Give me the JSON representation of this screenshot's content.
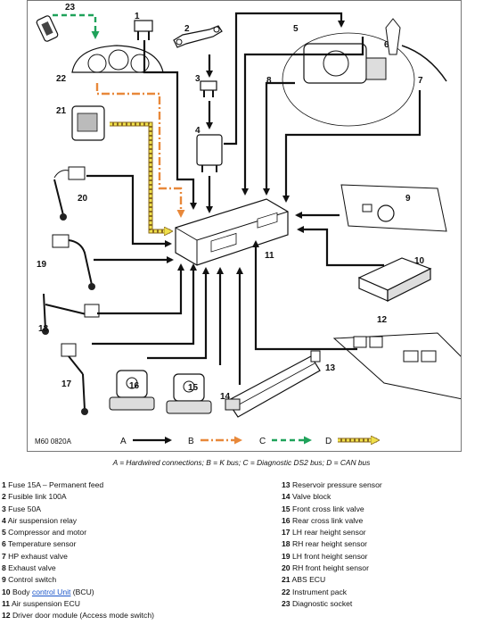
{
  "diagram": {
    "figure_code": "M60 0820A",
    "component_numbers": [
      "1",
      "2",
      "3",
      "4",
      "5",
      "6",
      "7",
      "8",
      "9",
      "10",
      "11",
      "12",
      "13",
      "14",
      "15",
      "16",
      "17",
      "18",
      "19",
      "20",
      "21",
      "22",
      "23"
    ],
    "legend_letters": [
      "A",
      "B",
      "C",
      "D"
    ],
    "colors": {
      "hardwired": "#111111",
      "k_bus": "#e8883a",
      "diagnostic": "#1fa25a",
      "can_bus_fill": "#f0e04a",
      "can_bus_edge": "#8a6a1f"
    }
  },
  "caption": "A = Hardwired connections; B = K bus; C = Diagnostic DS2 bus; D = CAN bus",
  "key": {
    "left": [
      {
        "num": "1",
        "text": "Fuse 15A – Permanent feed"
      },
      {
        "num": "2",
        "text": "Fusible link 100A"
      },
      {
        "num": "3",
        "text": "Fuse 50A"
      },
      {
        "num": "4",
        "text": "Air suspension relay"
      },
      {
        "num": "5",
        "text": "Compressor and motor"
      },
      {
        "num": "6",
        "text": "Temperature sensor"
      },
      {
        "num": "7",
        "text": "HP exhaust valve"
      },
      {
        "num": "8",
        "text": "Exhaust valve"
      },
      {
        "num": "9",
        "text": "Control switch"
      },
      {
        "num": "10",
        "pre": "Body ",
        "link": "control Unit",
        "post": " (BCU)"
      },
      {
        "num": "11",
        "text": "Air suspension ECU"
      },
      {
        "num": "12",
        "text": "Driver door module (Access mode switch)"
      }
    ],
    "right": [
      {
        "num": "13",
        "text": "Reservoir pressure sensor"
      },
      {
        "num": "14",
        "text": "Valve block"
      },
      {
        "num": "15",
        "text": "Front cross link valve"
      },
      {
        "num": "16",
        "text": "Rear cross link valve"
      },
      {
        "num": "17",
        "text": "LH rear height sensor"
      },
      {
        "num": "18",
        "text": "RH rear height sensor"
      },
      {
        "num": "19",
        "text": "LH front height sensor"
      },
      {
        "num": "20",
        "text": "RH front height sensor"
      },
      {
        "num": "21",
        "text": "ABS ECU"
      },
      {
        "num": "22",
        "text": "Instrument pack"
      },
      {
        "num": "23",
        "text": "Diagnostic socket"
      }
    ]
  }
}
